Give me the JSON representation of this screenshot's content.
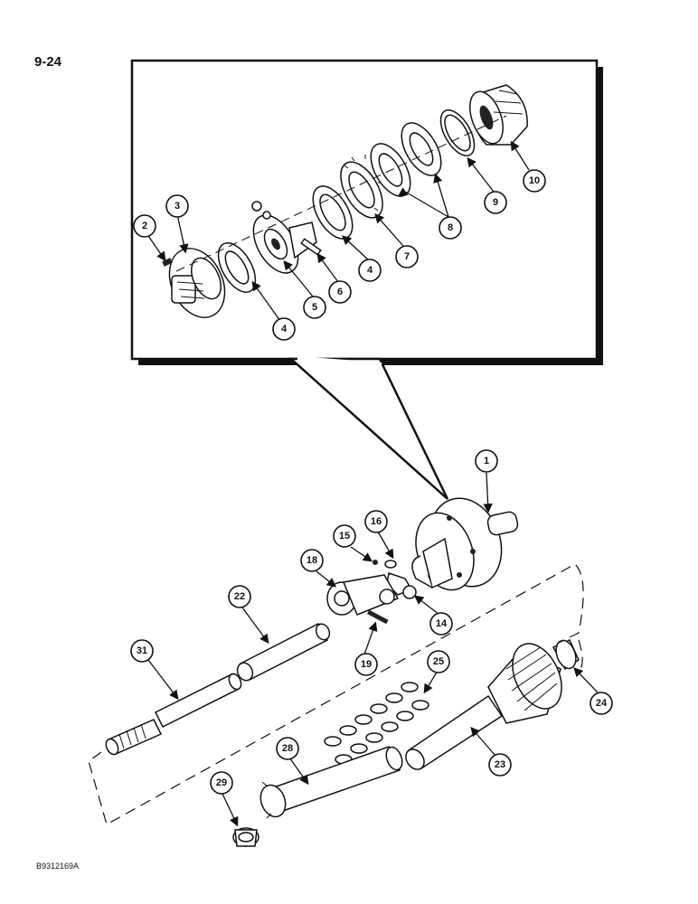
{
  "page": {
    "number": "9-24",
    "figure_code": "B9312169A"
  },
  "callouts": [
    "1",
    "2",
    "3",
    "4",
    "4",
    "5",
    "6",
    "7",
    "8",
    "9",
    "10",
    "14",
    "15",
    "16",
    "18",
    "19",
    "22",
    "23",
    "24",
    "25",
    "28",
    "29",
    "31"
  ]
}
